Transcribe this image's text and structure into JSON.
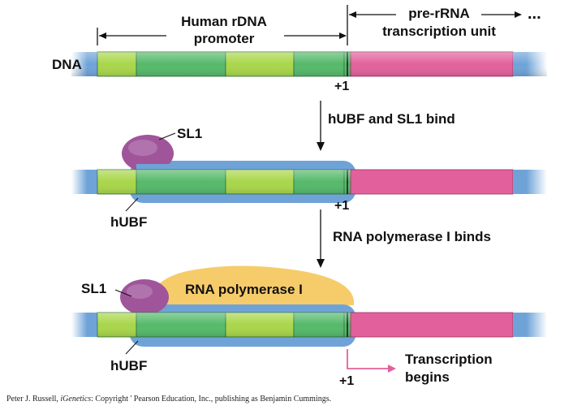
{
  "header": {
    "promoter_line1": "Human rDNA",
    "promoter_line2": "promoter",
    "unit_line1": "pre-rRNA",
    "unit_line2": "transcription unit",
    "ellipsis": "..."
  },
  "labels": {
    "dna": "DNA",
    "plus_one": "+1",
    "sl1": "SL1",
    "hubf": "hUBF",
    "rna_polymerase": "RNA polymerase I"
  },
  "steps": {
    "step1": "hUBF and SL1 bind",
    "step2": "RNA polymerase I binds",
    "transcription_line1": "Transcription",
    "transcription_line2": "begins"
  },
  "credit": {
    "author": "Peter J. Russell, ",
    "book": "iGenetics",
    "rest": ": Copyright ' Pearson Education, Inc., publishing as Benjamin Cummings."
  },
  "colors": {
    "light_green": "#a9d64a",
    "dark_green": "#55b96a",
    "pink": "#e2619c",
    "blue": "#6fa3d8",
    "sl1": "#a0559b",
    "polymerase": "#f6cc6b"
  }
}
